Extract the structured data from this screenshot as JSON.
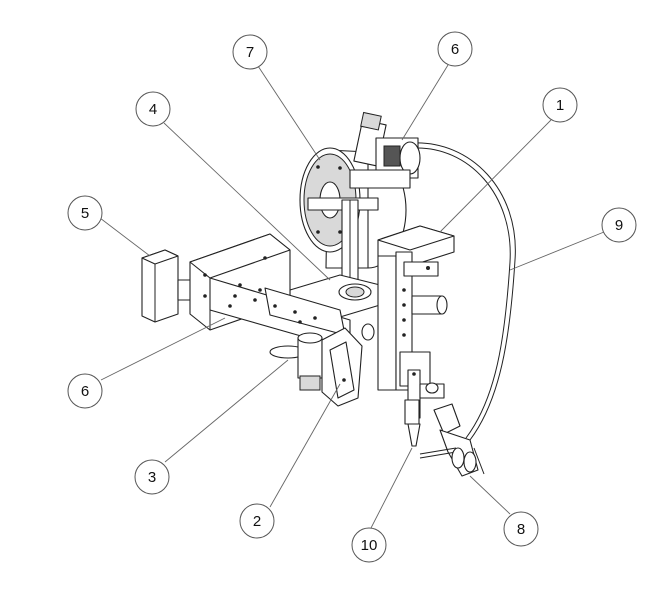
{
  "diagram": {
    "callouts": [
      {
        "id": "c7",
        "label": "7"
      },
      {
        "id": "c6a",
        "label": "6"
      },
      {
        "id": "c4",
        "label": "4"
      },
      {
        "id": "c1",
        "label": "1"
      },
      {
        "id": "c5",
        "label": "5"
      },
      {
        "id": "c9",
        "label": "9"
      },
      {
        "id": "c6b",
        "label": "6"
      },
      {
        "id": "c3",
        "label": "3"
      },
      {
        "id": "c2",
        "label": "2"
      },
      {
        "id": "c10",
        "label": "10"
      },
      {
        "id": "c8",
        "label": "8"
      }
    ]
  }
}
